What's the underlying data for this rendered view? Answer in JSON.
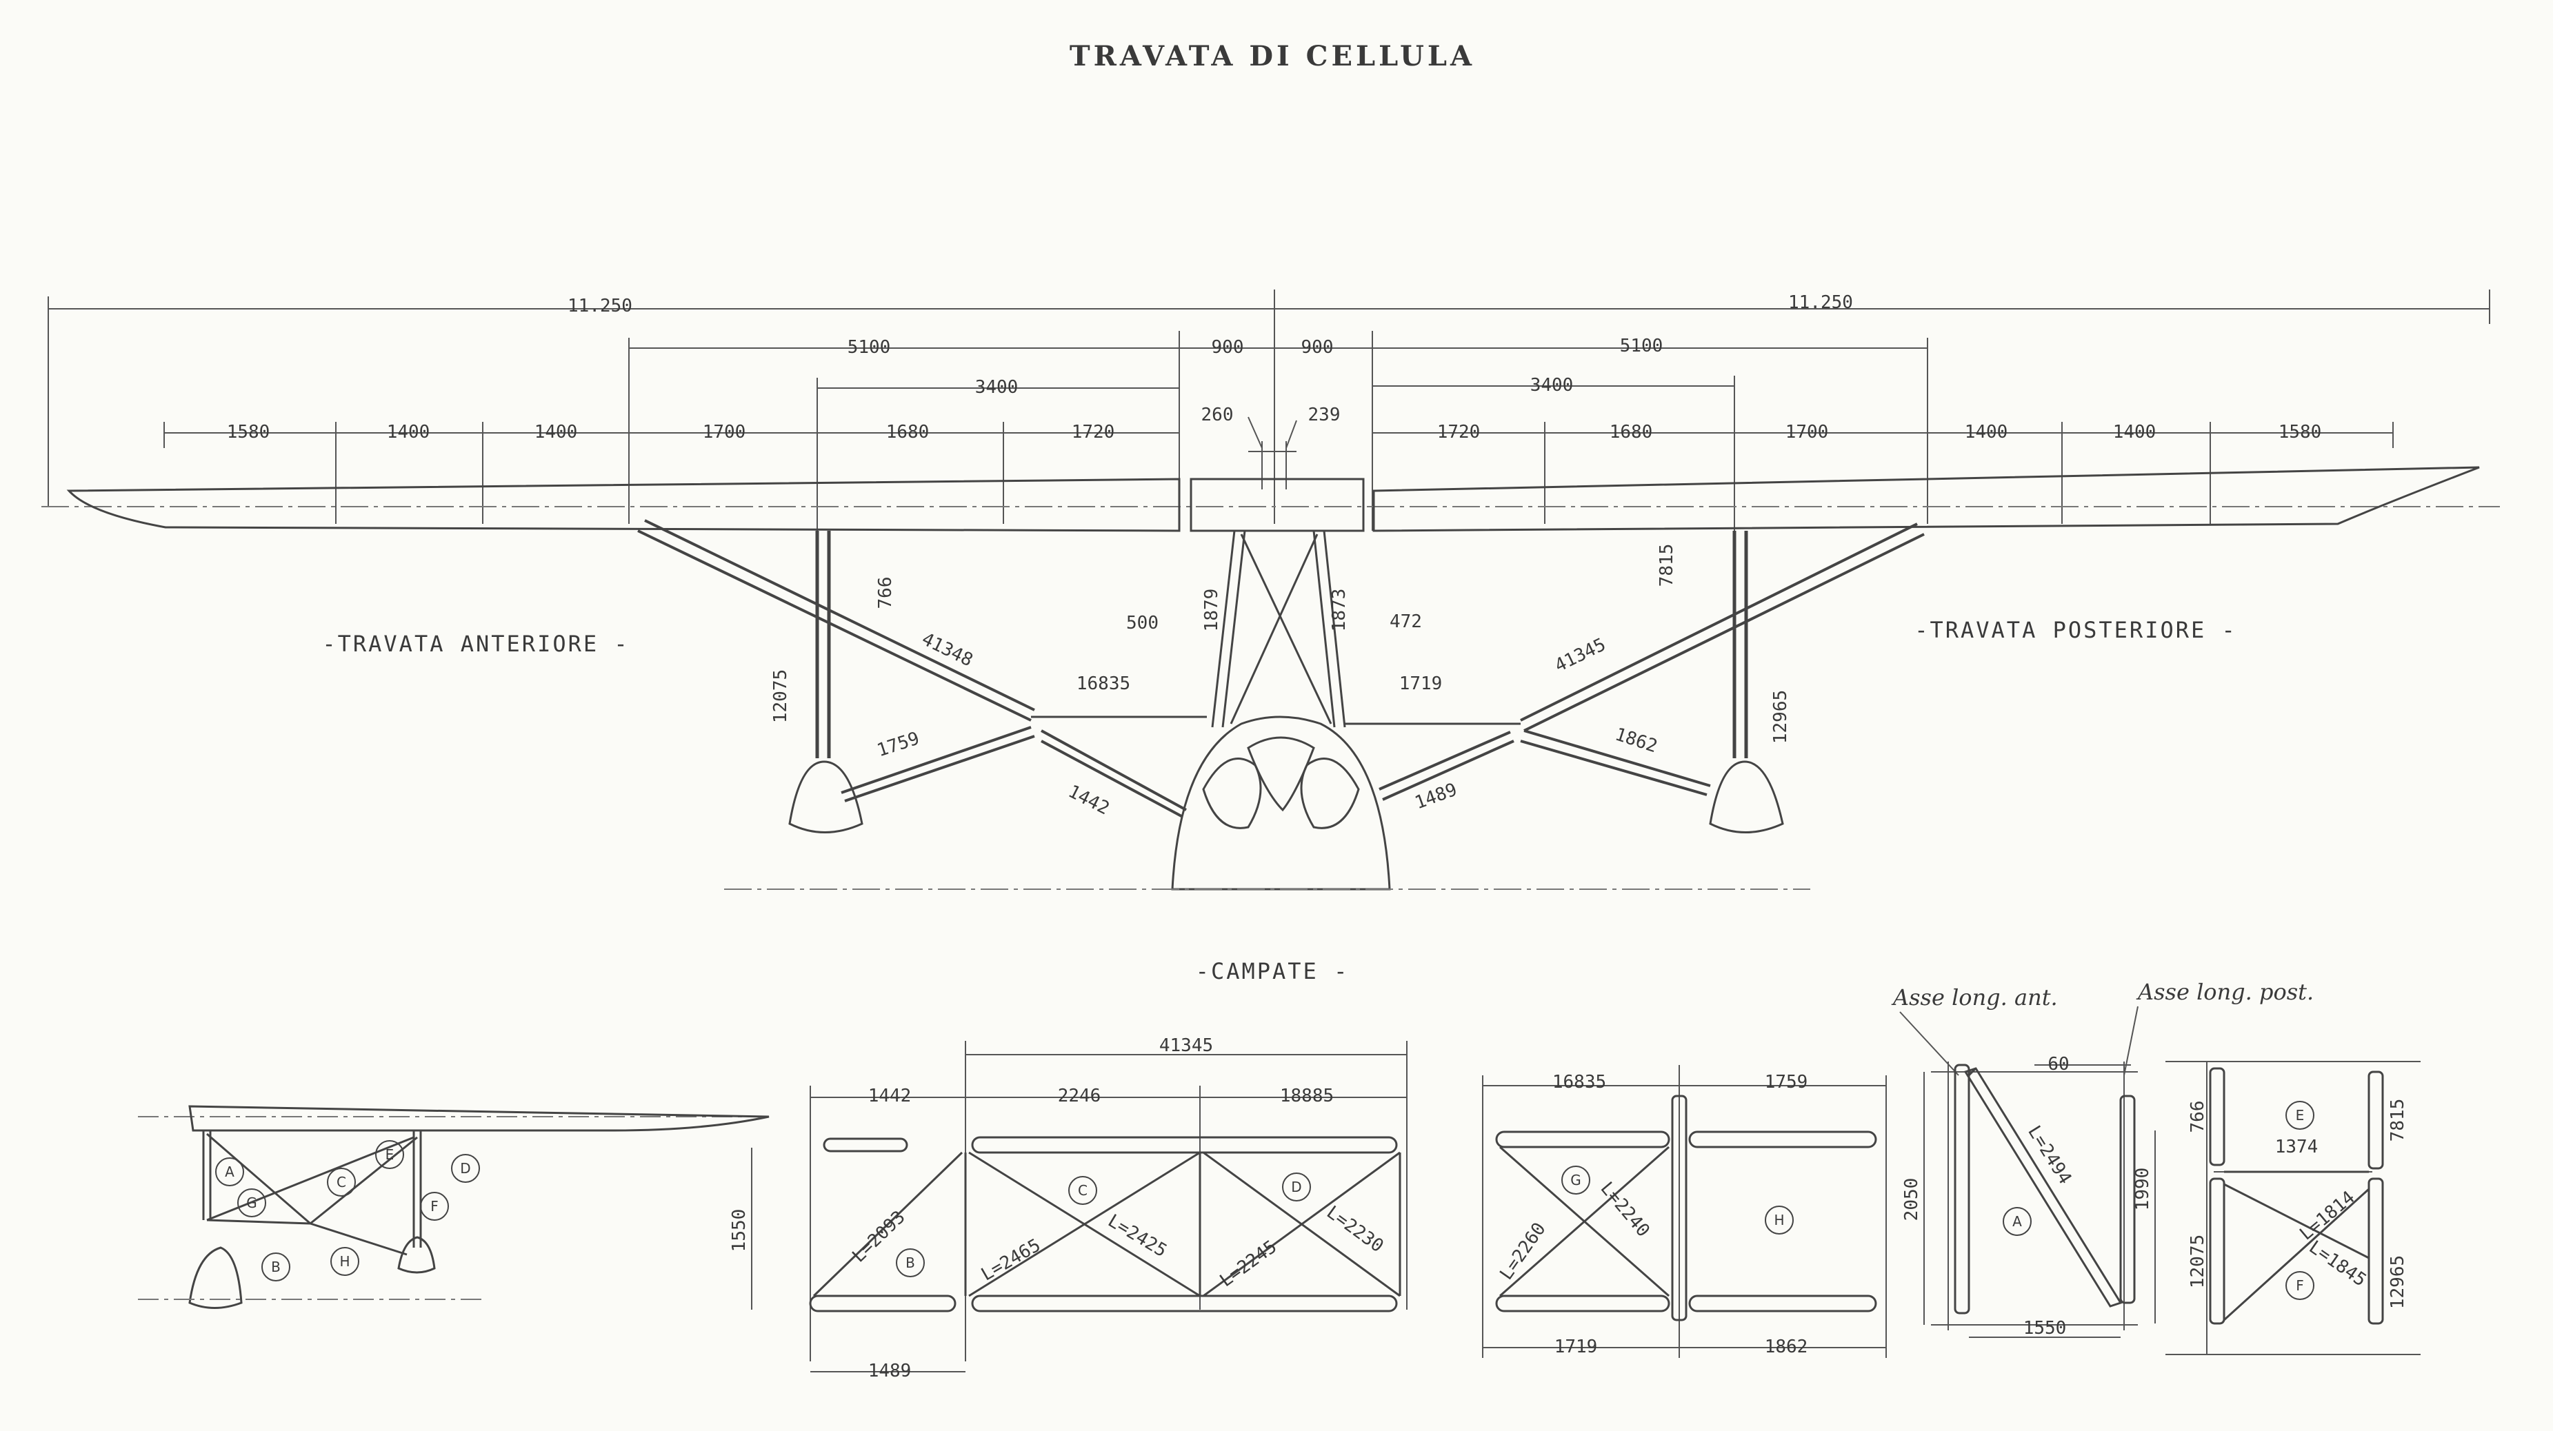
{
  "title": "TRAVATA DI CELLULA",
  "labels": {
    "front": "-TRAVATA ANTERIORE -",
    "rear": "-TRAVATA POSTERIORE -",
    "spans": "-CAMPATE -",
    "axis_front": "Asse long. ant.",
    "axis_rear": "Asse long. post."
  },
  "top_dims": {
    "half": "11.250",
    "d5100": "5100",
    "d900": "900",
    "d3400": "3400",
    "d260": "260",
    "d239": "239",
    "d1580": "1580",
    "d1400": "1400",
    "d1700": "1700",
    "d1680": "1680",
    "d1720": "1720"
  },
  "strut_dims": {
    "d766": "766",
    "d7815": "7815",
    "d12075": "12075",
    "d12965": "12965",
    "d500": "500",
    "d472": "472",
    "d1879": "1879",
    "d1873": "1873",
    "d41348": "41348",
    "d41345": "41345",
    "d16835": "16835",
    "d1719": "1719",
    "d1759": "1759",
    "d1862": "1862",
    "d1442": "1442",
    "d1489": "1489"
  },
  "bays": {
    "top_total": "41345",
    "b1442": "1442",
    "b2246": "2246",
    "b18885": "18885",
    "b1550": "1550",
    "b1489": "1489",
    "l2093": "L=2093",
    "l2465": "L=2465",
    "l2425": "L=2425",
    "l2245": "L=2245",
    "l2230": "L=2230",
    "b16835": "16835",
    "b1759": "1759",
    "b1719": "1719",
    "b1862": "1862",
    "l2260": "L=2260",
    "l2240": "L=2240",
    "d60": "60",
    "d2050": "2050",
    "d1990": "1990",
    "l2494": "L=2494",
    "d1550b": "1550",
    "d766b": "766",
    "d7815b": "7815",
    "d1374": "1374",
    "d12075b": "12075",
    "d12965b": "12965",
    "l1814": "L=1814",
    "l1845": "L=1845"
  },
  "circles": {
    "A": "A",
    "B": "B",
    "C": "C",
    "D": "D",
    "E": "E",
    "F": "F",
    "G": "G",
    "H": "H"
  }
}
